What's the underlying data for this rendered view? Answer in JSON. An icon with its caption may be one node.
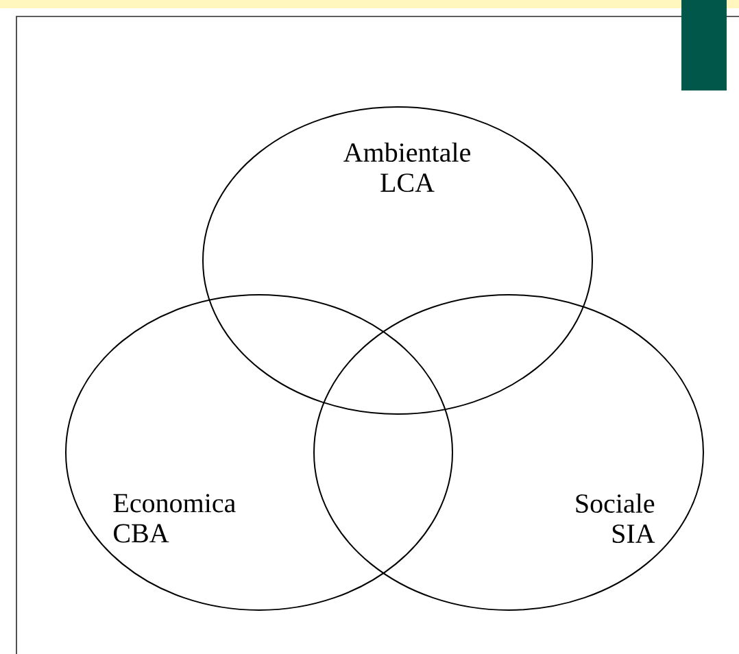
{
  "diagram": {
    "nodes": [
      {
        "text": [
          "Ambientale LCA"
        ]
      },
      {
        "text": [
          "Economica CBA"
        ]
      },
      {
        "text": [
          "Sociale SIA"
        ]
      }
    ]
  }
}
